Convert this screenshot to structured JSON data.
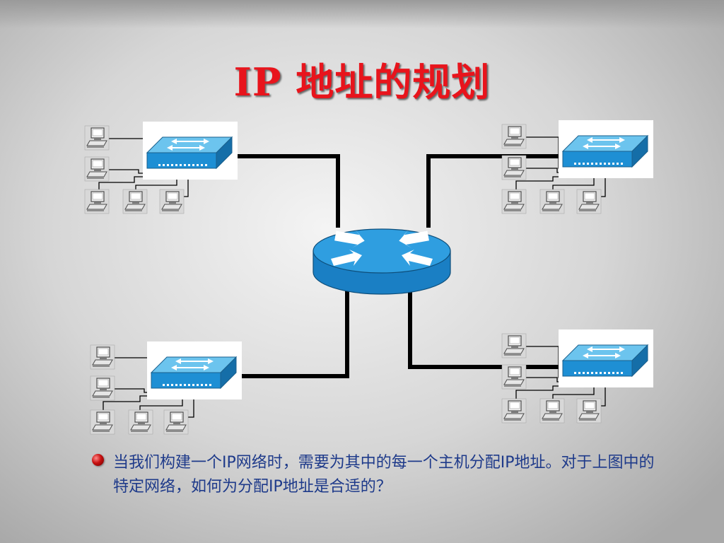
{
  "slide": {
    "title": "IP 地址的规划",
    "bullet": "当我们构建一个IP网络时，需要为其中的每一个主机分配IP地址。对于上图中的特定网络，如何为分配IP地址是合适的？"
  },
  "diagram": {
    "router": {
      "icon": "router-icon"
    },
    "segments": [
      {
        "switch_icon": "switch-icon",
        "hosts": 5
      },
      {
        "switch_icon": "switch-icon",
        "hosts": 5
      },
      {
        "switch_icon": "switch-icon",
        "hosts": 5
      },
      {
        "switch_icon": "switch-icon",
        "hosts": 5
      }
    ],
    "colors": {
      "device_blue": "#1e90d8",
      "link": "#000000",
      "title_red": "#e8141c",
      "text_blue": "#1e3a8a"
    }
  }
}
